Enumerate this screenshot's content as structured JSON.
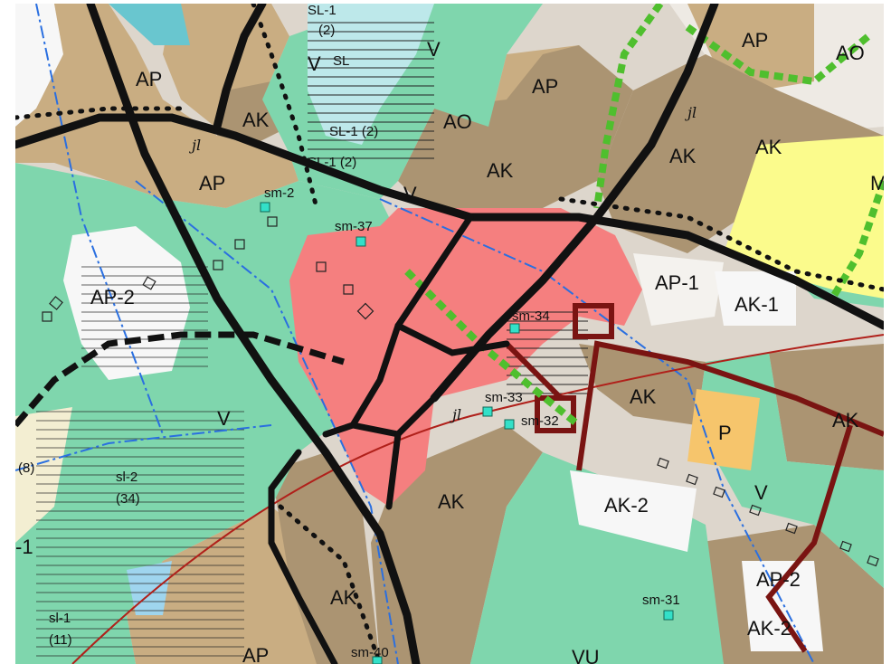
{
  "colors": {
    "frame": "#ffffff",
    "residential_detached": "#c9ad82",
    "apartment_blocks": "#ab9472",
    "recreation": "#7fd6ad",
    "center": "#f57f7f",
    "water": "#69c6cf",
    "yellow_zone": "#fbfb8c",
    "parking": "#f6c56c",
    "white_area": "#f7f7f7",
    "background_grey": "#ddd6cc",
    "road": "#111111",
    "rail": "#b0201a",
    "maroon_line": "#7a1412",
    "green_route": "#4fbf2e",
    "blue_boundary": "#2a6fe0",
    "site_marker": "#33e0c8"
  },
  "labels": {
    "ap_top": "AP",
    "ap_left": "AP",
    "ap_mid": "AP",
    "ap_right_top": "AP",
    "ap_bottom": "AP",
    "ak_top": "AK",
    "ak_mid": "AK",
    "ak_right1": "AK",
    "ak_right2": "AK",
    "ak_center": "AK",
    "ak_farright": "AK",
    "ak_bottomleft": "AK",
    "ak_bottom": "AK",
    "ap2_left": "AP-2",
    "ap1": "AP-1",
    "ak1": "AK-1",
    "ak2": "AK-2",
    "ap2_bottom": "AP-2",
    "ak2_bottom": "AK-2",
    "ao1": "AO",
    "ao2": "AO",
    "v1": "V",
    "v2": "V",
    "v3": "V",
    "v_bottom": "V",
    "p": "P",
    "vu": "VU",
    "sl1": "SL-1",
    "sl1_num": "(2)",
    "sl": "SL",
    "sl1b": "SL-1 (2)",
    "sl1c": "SL-1 (2)",
    "sl2": "sl-2",
    "sl2_num": "(34)",
    "sl1_small": "sl-1",
    "sl1_small_num": "(11)",
    "num8": "(8)",
    "dash1": "-1",
    "m_edge": "M",
    "jl1": "jl",
    "jl2": "jl",
    "jl3": "jl",
    "sm2": "sm-2",
    "sm37": "sm-37",
    "sm34": "sm-34",
    "sm33": "sm-33",
    "sm32": "sm-32",
    "sm31": "sm-31",
    "sm40": "sm-40"
  }
}
